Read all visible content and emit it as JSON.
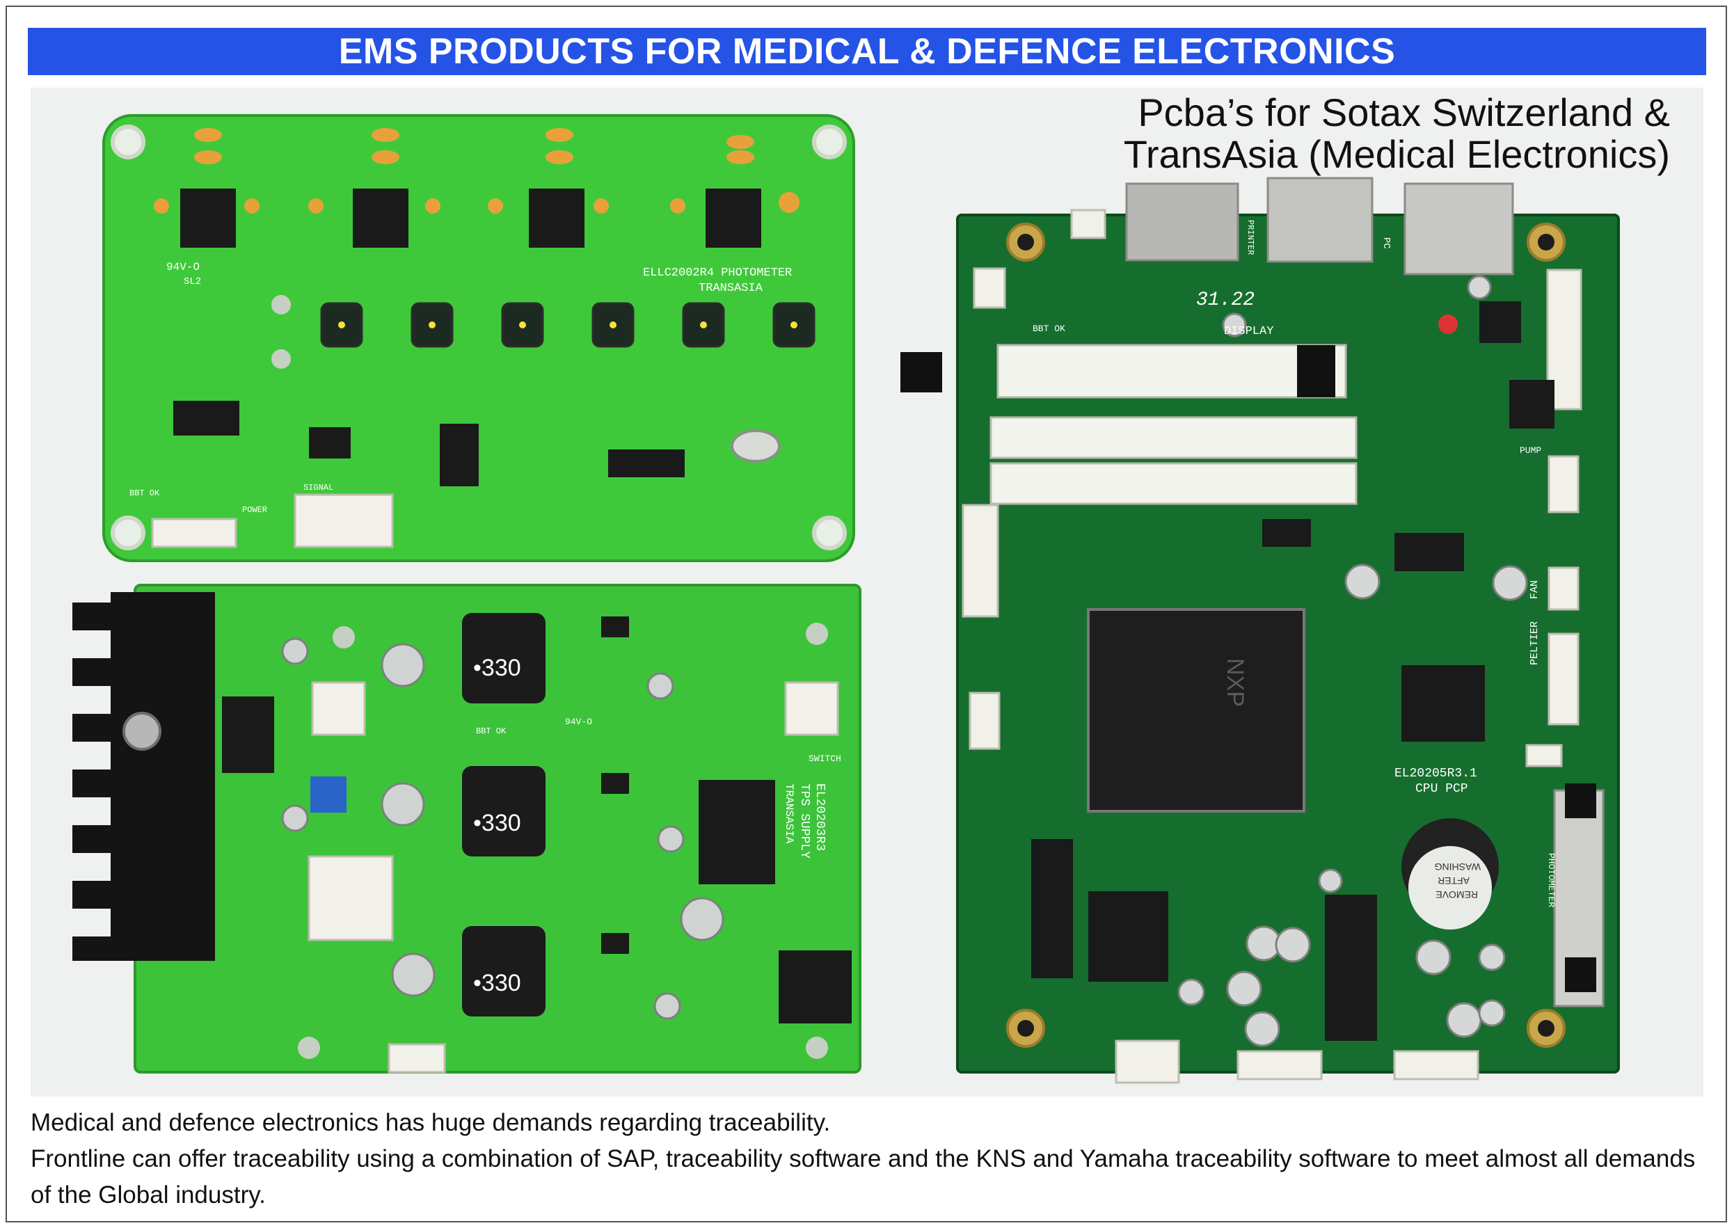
{
  "header": {
    "title": "EMS PRODUCTS FOR MEDICAL & DEFENCE ELECTRONICS"
  },
  "photo": {
    "caption_line1": "Pcba’s for Sotax Switzerland &",
    "caption_line2": "TransAsia (Medical Electronics)",
    "board_photometer": {
      "label1": "ELLC2002R4  PHOTOMETER",
      "label2": "TRANSASIA",
      "marking": "94V-O",
      "sl": "SL2",
      "bbt": "BBT OK",
      "signal": "SIGNAL",
      "power": "POWER"
    },
    "board_supply": {
      "label1": "EL20203R3",
      "label2": "TPS SUPPLY",
      "label3": "TRANSASIA",
      "switch": "SWITCH",
      "inductor": "•330",
      "bbt": "BBT OK",
      "marking": "94V-O"
    },
    "board_cpu": {
      "label1": "EL20205R3.1",
      "label2": "CPU PCP",
      "display": "DISPLAY",
      "date": "31.22",
      "pc": "PC",
      "printer": "PRINTER",
      "peltier": "PELTIER",
      "fan": "FAN",
      "pump": "PUMP",
      "photometer": "PHOTOMETER",
      "buzzer_line1": "REMOVE",
      "buzzer_line2": "AFTER",
      "buzzer_line3": "WASHING",
      "chip": "NXP",
      "bbt": "BBT OK"
    }
  },
  "description": {
    "line1": "Medical and defence electronics has huge demands regarding traceability.",
    "line2": "Frontline can offer traceability using a combination of SAP, traceability software and the KNS and Yamaha traceability software to meet almost all demands of the Global industry."
  },
  "colors": {
    "banner": "#2453e6",
    "pcb_light": "#3fc93a",
    "pcb_dark": "#0f6a2a"
  }
}
